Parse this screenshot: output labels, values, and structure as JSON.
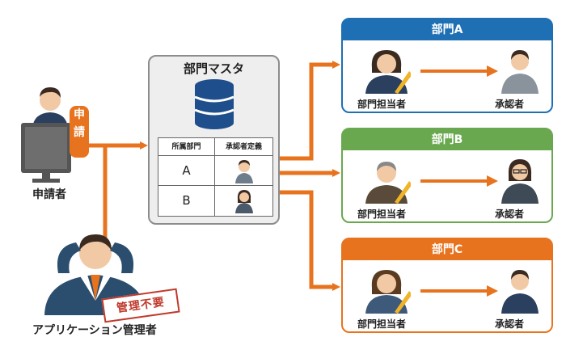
{
  "applicant": {
    "label": "申請者"
  },
  "request_tag": {
    "chars": [
      "申",
      "請"
    ]
  },
  "admin": {
    "label": "アプリケーション管理者",
    "stamp": "管理不要"
  },
  "master": {
    "title": "部門マスタ",
    "columns": [
      "所属部門",
      "承認者定義"
    ],
    "rows": [
      {
        "dept": "A"
      },
      {
        "dept": "B"
      }
    ]
  },
  "departments": [
    {
      "name": "部門A",
      "staff_label": "部門担当者",
      "approver_label": "承認者",
      "color": "#1f6fb5"
    },
    {
      "name": "部門B",
      "staff_label": "部門担当者",
      "approver_label": "承認者",
      "color": "#6aa84f"
    },
    {
      "name": "部門C",
      "staff_label": "部門担当者",
      "approver_label": "承認者",
      "color": "#e8731e"
    }
  ],
  "colors": {
    "arrow": "#e8731e",
    "master_border": "#8c8c8c",
    "db": "#1f4e8c"
  },
  "icons": [
    "monitor-icon",
    "person-icon",
    "database-icon",
    "pen-icon",
    "arrow-icon"
  ]
}
